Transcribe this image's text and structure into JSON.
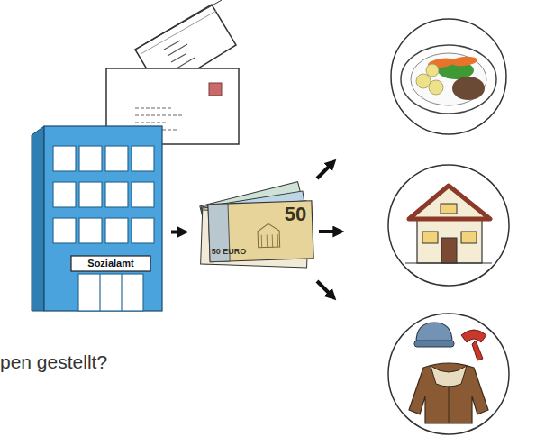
{
  "diagram": {
    "nodes": [
      {
        "text": [
          "Sozialamt"
        ]
      },
      {
        "text": [
          "50",
          "50 EURO"
        ]
      }
    ],
    "edges": [
      {
        "from": 0,
        "to": 1,
        "arrow": "to"
      }
    ],
    "labels": [
      "pen gestellt?"
    ]
  }
}
